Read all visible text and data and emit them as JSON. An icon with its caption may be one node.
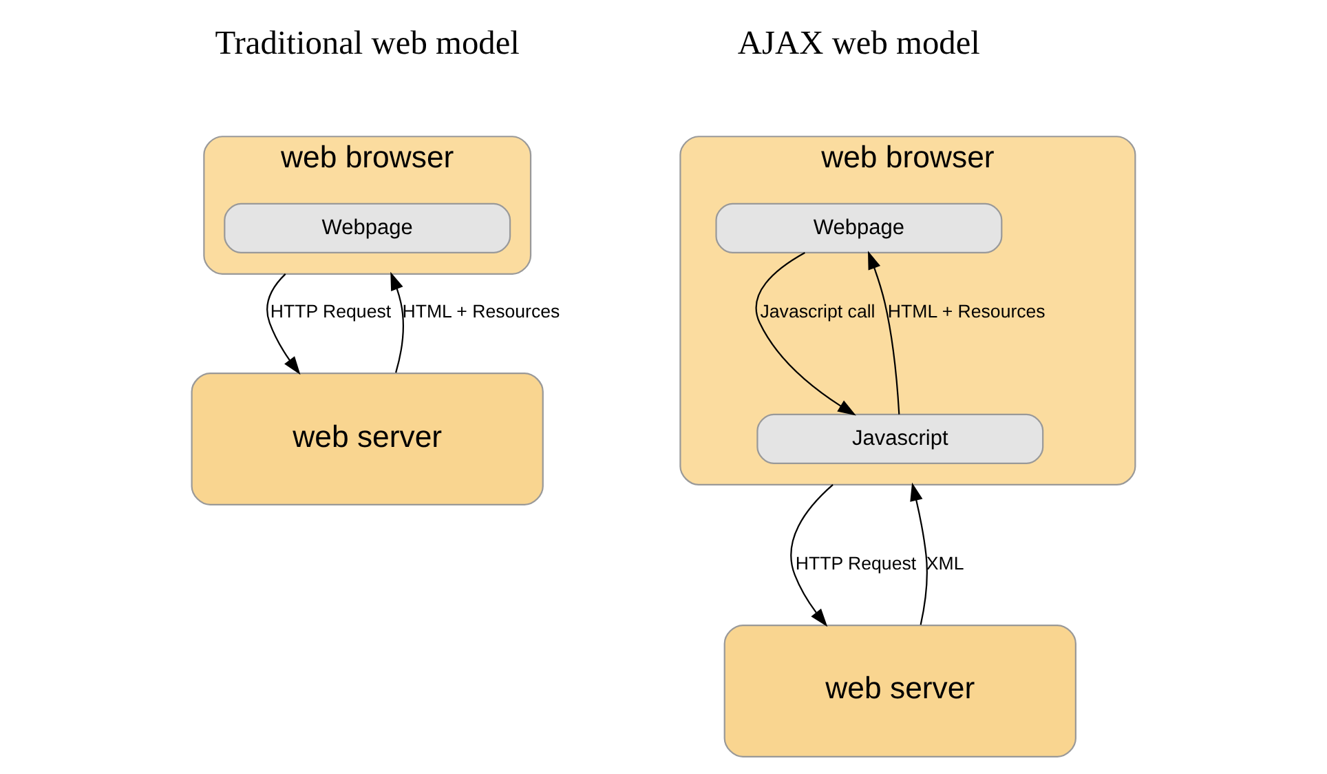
{
  "diagram": {
    "nodes": [
      {
        "text": [
          "web browser"
        ]
      },
      {
        "text": [
          "Webpage"
        ],
        "in": 0
      },
      {
        "text": [
          "web server"
        ]
      },
      {
        "text": [
          "web browser"
        ]
      },
      {
        "text": [
          "Webpage"
        ],
        "in": 3
      },
      {
        "text": [
          "Javascript"
        ],
        "in": 3
      },
      {
        "text": [
          "web server"
        ]
      }
    ],
    "edges": [
      {
        "from": 0,
        "to": 2,
        "arrow": "to",
        "label": "HTTP Request"
      },
      {
        "from": 2,
        "to": 0,
        "arrow": "to",
        "label": "HTML + Resources"
      },
      {
        "from": 4,
        "to": 5,
        "arrow": "to",
        "label": "Javascript call"
      },
      {
        "from": 5,
        "to": 4,
        "arrow": "to",
        "label": "HTML + Resources"
      },
      {
        "from": 3,
        "to": 6,
        "arrow": "to",
        "label": "HTTP Request"
      },
      {
        "from": 6,
        "to": 3,
        "arrow": "to",
        "label": "XML"
      }
    ],
    "labels": [
      "Traditional web model",
      "AJAX web model"
    ]
  }
}
